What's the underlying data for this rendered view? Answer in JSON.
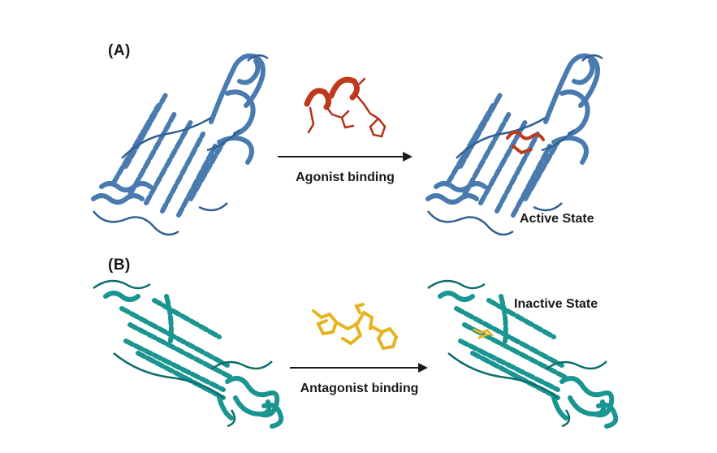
{
  "panel_a": {
    "label": "(A)",
    "caption": "Agonist binding",
    "state": "Active State",
    "protein_color": "#4a7bb0",
    "protein_dark": "#2f5f92",
    "ligand_color": "#c0391d",
    "ligand_dark": "#8e2612"
  },
  "panel_b": {
    "label": "(B)",
    "caption": "Antagonist binding",
    "state": "Inactive State",
    "protein_color": "#1a9591",
    "protein_dark": "#0c6e6a",
    "ligand_color": "#e6b420",
    "ligand_dark": "#b48a10"
  }
}
